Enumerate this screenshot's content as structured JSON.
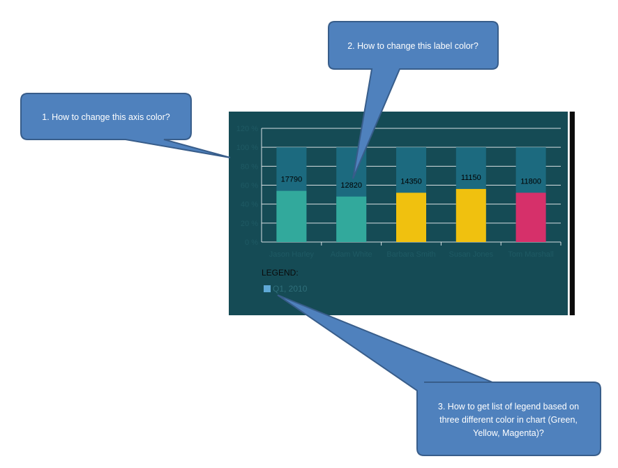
{
  "callouts": {
    "axis_color": "1. How to change this axis color?",
    "label_color": "2. How to change this label color?",
    "legend_line1": "3. How to get list of legend based on",
    "legend_line2": "three different color in chart (Green,",
    "legend_line3": "Yellow, Magenta)?"
  },
  "legend": {
    "heading": "LEGEND:",
    "entry": "Q1, 2010"
  },
  "colors": {
    "panel_bg": "#154b55",
    "bar_background": "#1c6a7f",
    "green": "#32a99c",
    "yellow": "#f0c10f",
    "magenta": "#d6306a",
    "axis_text": "#1f5a64",
    "legend_swatch": "#5fa9d6",
    "callout_fill": "#4f81bd",
    "callout_stroke": "#385d8a"
  },
  "chart_data": {
    "type": "bar",
    "stacked_percent": true,
    "categories": [
      "Jason Harley",
      "Adam White",
      "Barbara Smith",
      "Susan Jones",
      "Tom Marshall"
    ],
    "values_percent": [
      54,
      48,
      52,
      56,
      52
    ],
    "data_labels": [
      "17790",
      "12820",
      "14350",
      "11150",
      "11800"
    ],
    "bar_colors": [
      "green",
      "green",
      "yellow",
      "yellow",
      "magenta"
    ],
    "y_ticks": [
      "0 %",
      "20 %",
      "40 %",
      "60 %",
      "80 %",
      "100 %",
      "120 %"
    ],
    "ylim": [
      0,
      120
    ],
    "grid": true,
    "series": [
      {
        "name": "Q1, 2010"
      }
    ],
    "legend_position": "bottom-left"
  }
}
